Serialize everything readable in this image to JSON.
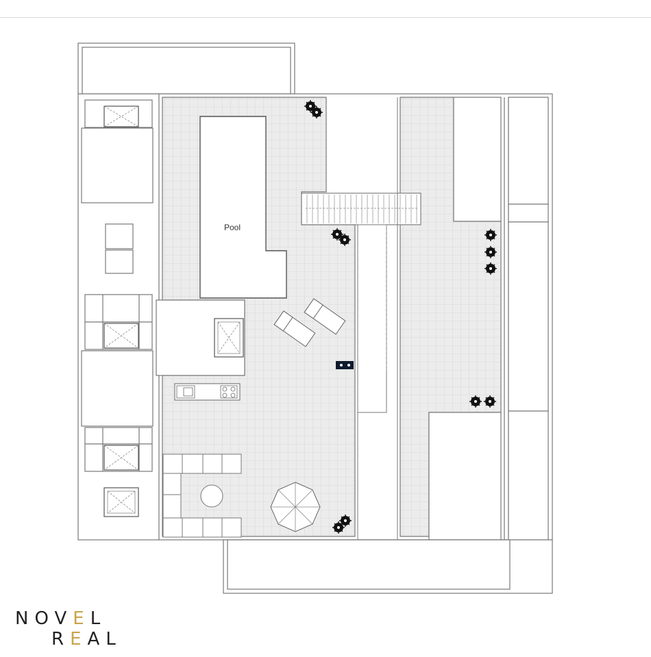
{
  "plan": {
    "pool_label": "Pool"
  },
  "logo": {
    "line1": "NOVEL",
    "line2": "REAL",
    "accent_color": "#c9a44c"
  },
  "colors": {
    "tile": "#ececec",
    "grid": "#d6d6d6",
    "wall": "#6f6f6f"
  },
  "icons": [
    "plant-icon",
    "sunbed-icon",
    "umbrella-icon",
    "sink-icon",
    "hob-icon",
    "skylight-icon"
  ]
}
